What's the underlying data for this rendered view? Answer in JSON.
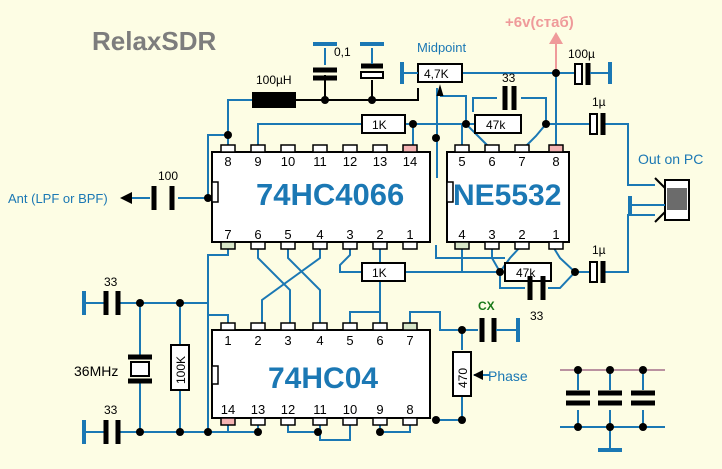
{
  "title": "RelaxSDR",
  "chips": [
    {
      "name": "74HC4066",
      "pins_top": [
        "8",
        "9",
        "10",
        "11",
        "12",
        "13",
        "14"
      ],
      "pins_bottom": [
        "7",
        "6",
        "5",
        "4",
        "3",
        "2",
        "1"
      ]
    },
    {
      "name": "NE5532",
      "pins_top": [
        "5",
        "6",
        "7",
        "8"
      ],
      "pins_bottom": [
        "4",
        "3",
        "2",
        "1"
      ]
    },
    {
      "name": "74HC04",
      "pins_top": [
        "1",
        "2",
        "3",
        "4",
        "5",
        "6",
        "7"
      ],
      "pins_bottom": [
        "14",
        "13",
        "12",
        "11",
        "10",
        "9",
        "8"
      ]
    }
  ],
  "labels": {
    "inductor": "100µH",
    "cap_01": "0,1",
    "midpoint": "Midpoint",
    "pot": "4,7K",
    "supply": "+6v(стаб)",
    "cap_100u": "100µ",
    "cap_33_top": "33",
    "r_1k_top": "1K",
    "r_47k_top": "47k",
    "cap_1u_top": "1µ",
    "out": "Out on PC",
    "ant_cap": "100",
    "ant": "Ant (LPF or BPF)",
    "r_1k_bottom": "1K",
    "r_47k_bottom": "47k",
    "cap_1u_bottom": "1µ",
    "cap_33_bottom": "33",
    "xtal_cap_top": "33",
    "xtal": "36MHz",
    "r_100k": "100K",
    "xtal_cap_bottom": "33",
    "cx": "CX",
    "r_470": "470",
    "phase": "Phase"
  }
}
